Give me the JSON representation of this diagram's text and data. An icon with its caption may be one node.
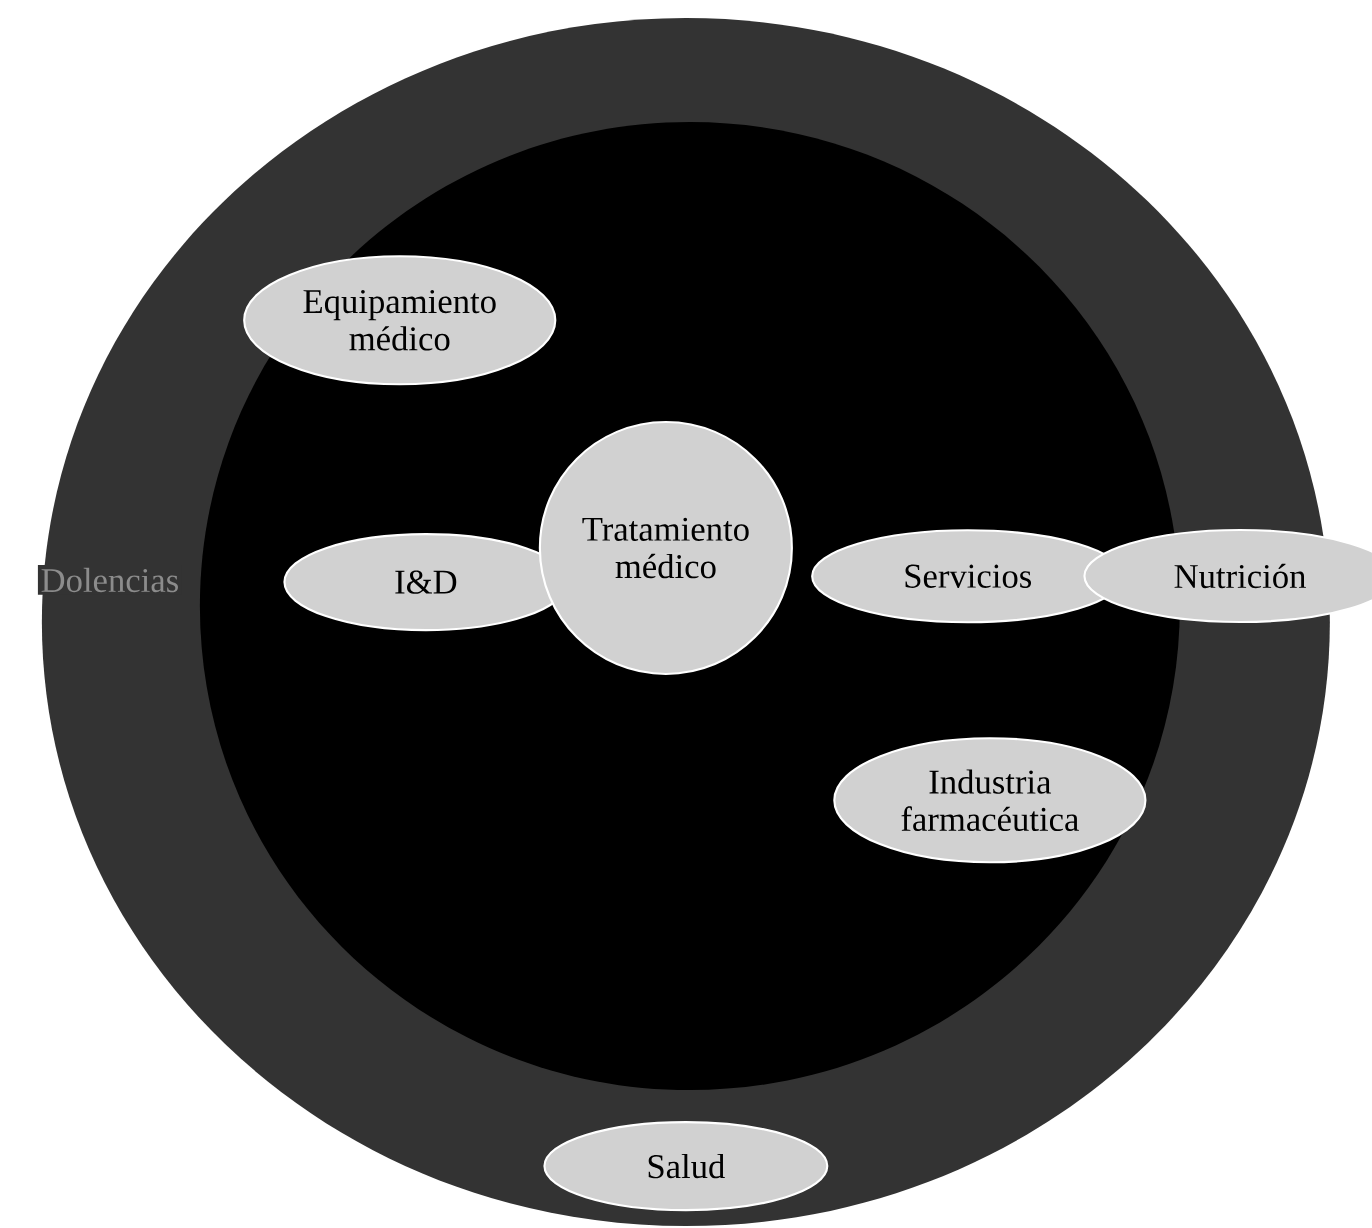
{
  "diagram": {
    "nodes": [
      {
        "text": [],
        "shape": "circle"
      },
      {
        "text": [],
        "shape": "circle",
        "in": 0
      },
      {
        "text": [
          "Equipamiento médico"
        ],
        "in": 1
      },
      {
        "text": [
          "I&D"
        ],
        "in": 1
      },
      {
        "text": [
          "Tratamiento médico"
        ],
        "in": 1
      },
      {
        "text": [
          "Servicios"
        ],
        "in": 1
      },
      {
        "text": [
          "Nutrición"
        ]
      },
      {
        "text": [
          "Industria farmacéutica"
        ],
        "in": 1
      },
      {
        "text": [
          "Salud"
        ],
        "in": 0
      }
    ],
    "labels": [
      "Dolencias"
    ]
  }
}
